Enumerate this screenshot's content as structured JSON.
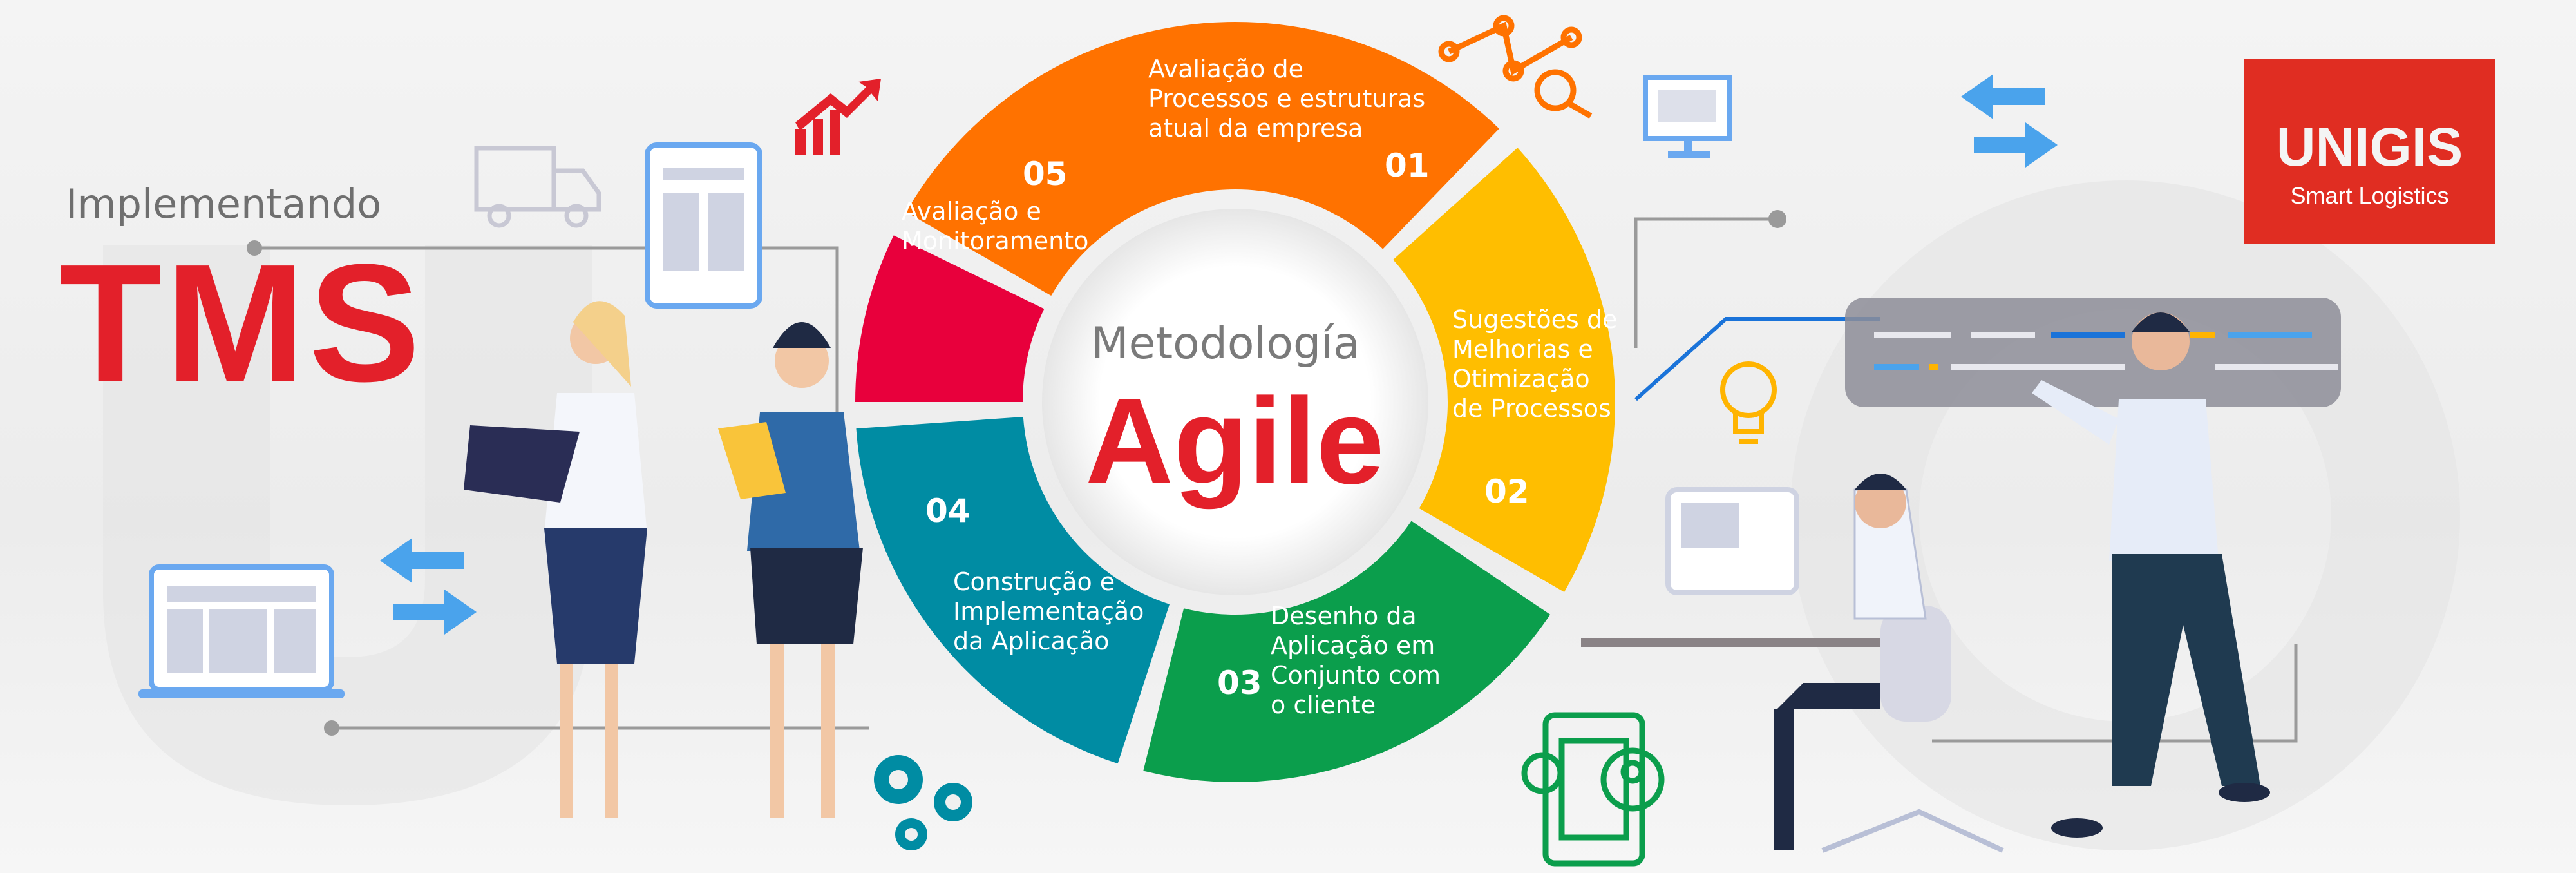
{
  "header": {
    "subtitle": "Implementando",
    "title": "TMS"
  },
  "center": {
    "line1": "Metodología",
    "line2": "Agile"
  },
  "logo": {
    "brand": "UNIGIS",
    "tagline": "Smart Logistics"
  },
  "steps": [
    {
      "number": "01",
      "label": "Avaliação de\nProcessos e estruturas\natual da empresa",
      "color": "#ff7200"
    },
    {
      "number": "02",
      "label": "Sugestões de\nMelhorias e\nOtimização\nde Processos",
      "color": "#ffbe00"
    },
    {
      "number": "03",
      "label": "Desenho da\nAplicação em\nConjunto com\no cliente",
      "color": "#0b9e4c"
    },
    {
      "number": "04",
      "label": "Construção e\nImplementação\nda Aplicação",
      "color": "#008ca3"
    },
    {
      "number": "05",
      "label": "Avaliação e\nMonitoramento",
      "color": "#e8003c"
    }
  ],
  "icons": [
    "truck-icon",
    "trend-chart-icon",
    "network-search-icon",
    "monitor-icon",
    "arrows-exchange-icon",
    "lightbulb-icon",
    "gears-icon",
    "mobile-user-icon",
    "laptop-icon",
    "document-icon"
  ]
}
